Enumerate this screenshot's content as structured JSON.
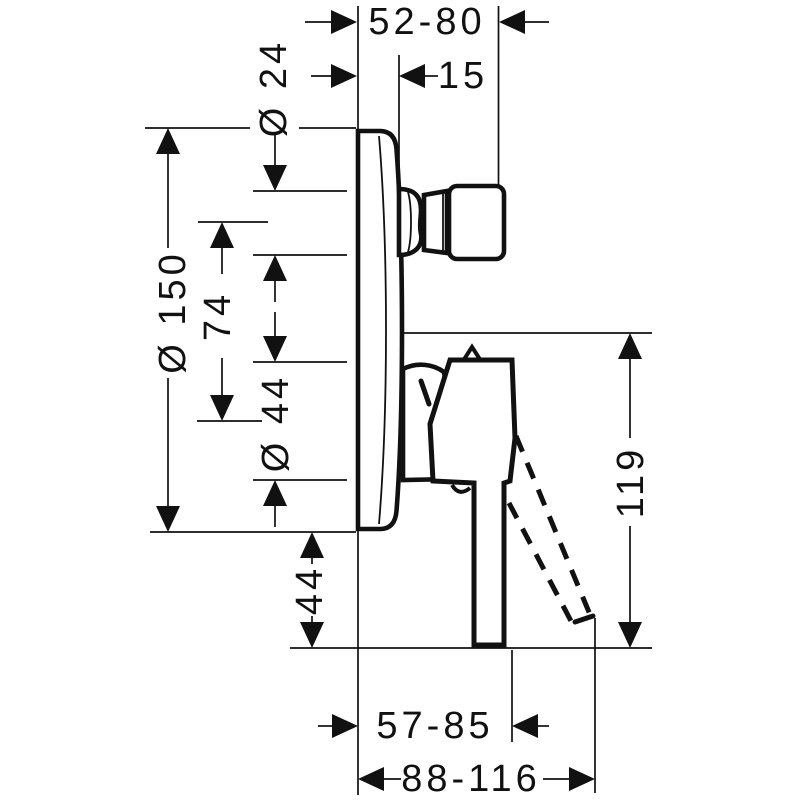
{
  "meta": {
    "background_color": "#ffffff",
    "line_color": "#111111",
    "drawing_type": "technical-dimension-drawing"
  },
  "labels": {
    "top_projection_range": "52-80",
    "plate_thickness": "15",
    "knob_diameter": "Ø 24",
    "plate_diameter": "Ø 150",
    "axis_distance": "74",
    "rosette_diameter": "Ø 44",
    "below_plate_offset": "44",
    "lever_height": "119",
    "lever_projection_range": "57-85",
    "lever_open_projection_range": "88-116"
  }
}
